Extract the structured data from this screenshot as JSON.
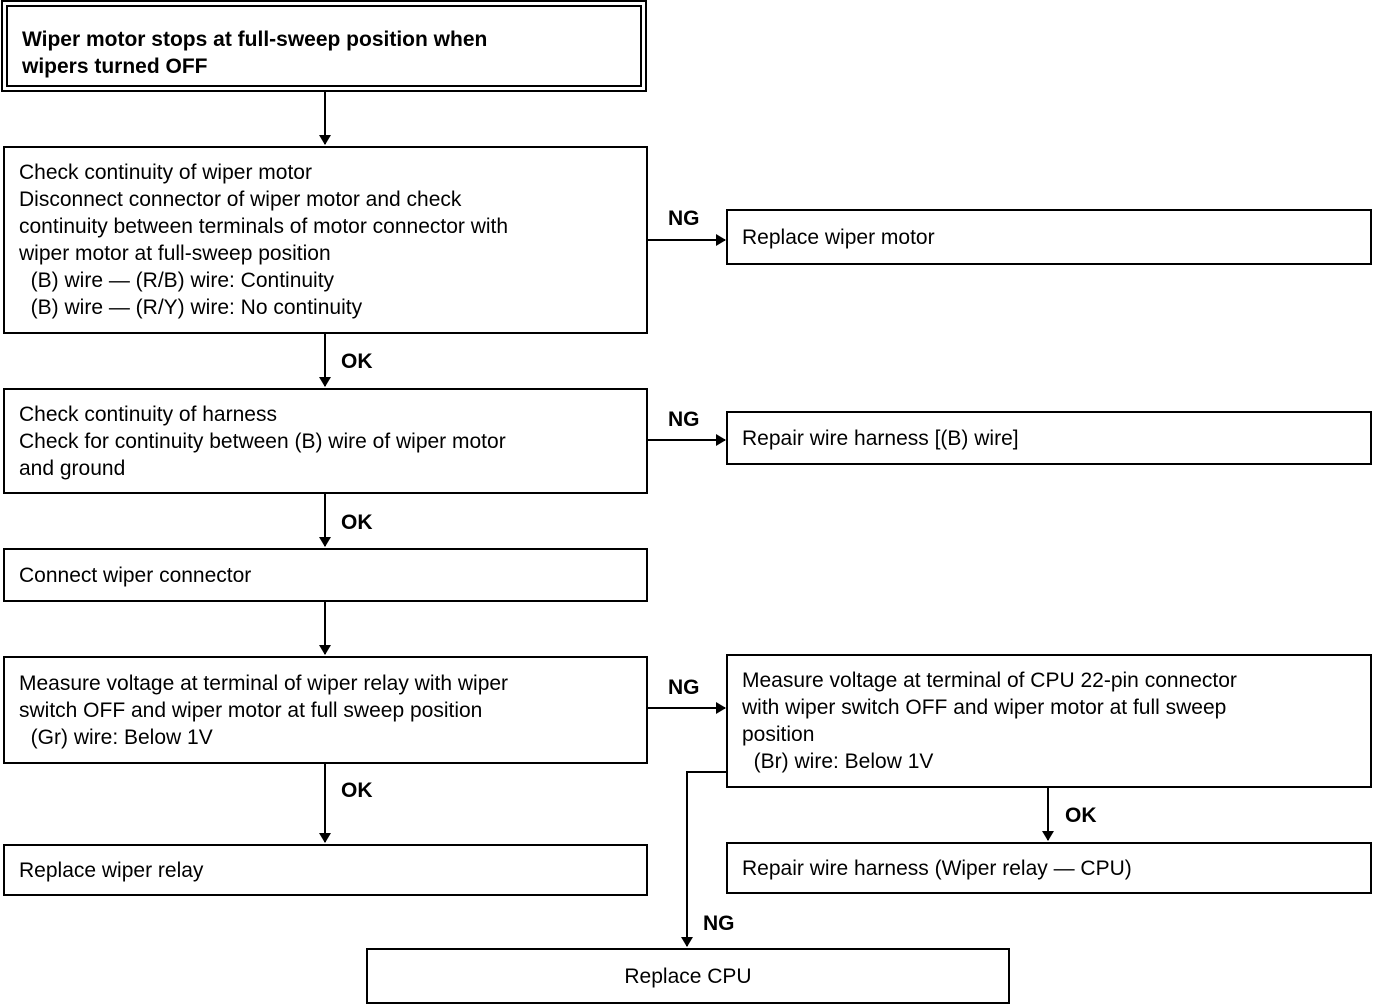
{
  "title": {
    "lines": [
      "Wiper motor stops at full-sweep position when",
      "wipers turned OFF"
    ]
  },
  "steps": {
    "motor_check": {
      "lines": [
        "Check continuity of wiper motor",
        "Disconnect connector of wiper motor and check",
        "continuity between terminals of motor connector with",
        "wiper motor at full-sweep position",
        "  (B) wire — (R/B) wire: Continuity",
        "  (B) wire — (R/Y) wire: No continuity"
      ]
    },
    "replace_motor": {
      "text": "Replace wiper motor"
    },
    "harness_check": {
      "lines": [
        "Check continuity of harness",
        "Check for continuity between (B) wire of wiper motor",
        "and ground"
      ]
    },
    "repair_harness_b": {
      "text": "Repair wire harness [(B) wire]"
    },
    "connect": {
      "text": "Connect wiper connector"
    },
    "relay_voltage": {
      "lines": [
        "Measure voltage at terminal of wiper relay with wiper",
        "switch OFF and wiper motor at full sweep position",
        "  (Gr) wire: Below 1V"
      ]
    },
    "cpu_voltage": {
      "lines": [
        "Measure voltage at terminal of CPU 22-pin connector",
        "with wiper switch OFF and wiper motor at full sweep",
        "position",
        "  (Br) wire: Below 1V"
      ]
    },
    "replace_relay": {
      "text": "Replace wiper relay"
    },
    "repair_harness_relay_cpu": {
      "text": "Repair wire harness (Wiper relay — CPU)"
    },
    "replace_cpu": {
      "text": "Replace CPU"
    }
  },
  "labels": {
    "ok": "OK",
    "ng": "NG"
  }
}
